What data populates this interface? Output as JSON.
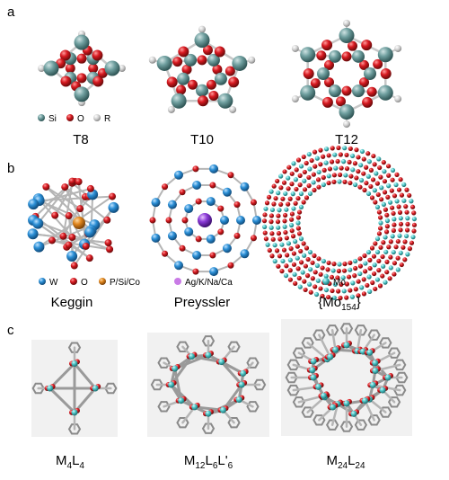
{
  "panels": {
    "a": {
      "letter": "a",
      "structures": [
        {
          "name": "T8"
        },
        {
          "name": "T10"
        },
        {
          "name": "T12"
        }
      ],
      "legend": [
        {
          "label": "Si",
          "color": "#5f8f8f"
        },
        {
          "label": "O",
          "color": "#d71920"
        },
        {
          "label": "R",
          "color": "#9a9a9a"
        }
      ]
    },
    "b": {
      "letter": "b",
      "structures": [
        {
          "name": "Keggin"
        },
        {
          "name": "Preyssler"
        },
        {
          "name": "{Mo",
          "sub": "154",
          "suffix": "}"
        }
      ],
      "legend_keggin": [
        {
          "label": "W",
          "color": "#2b8fd6"
        },
        {
          "label": "O",
          "color": "#d71920"
        },
        {
          "label": "P/Si/Co",
          "color": "#e0851c"
        }
      ],
      "legend_preyssler": [
        {
          "label": "Ag/K/Na/Ca",
          "color": "#c97be6"
        }
      ],
      "legend_mo": [
        {
          "label": "Mo",
          "color": "#4fc7c9"
        }
      ]
    },
    "c": {
      "letter": "c",
      "structures": [
        {
          "parts": [
            "M",
            "4",
            "L",
            "4"
          ]
        },
        {
          "parts": [
            "M",
            "12",
            "L",
            "6",
            "L'",
            "6"
          ]
        },
        {
          "parts": [
            "M",
            "24",
            "L",
            "24"
          ]
        }
      ]
    }
  },
  "colors": {
    "si": "#5f8f8f",
    "o": "#d71920",
    "r": "#c8c8c8",
    "w": "#2b8fd6",
    "p": "#e0851c",
    "k": "#8a3ad6",
    "mo": "#4fc7c9",
    "stick": "#b5b5b5"
  }
}
